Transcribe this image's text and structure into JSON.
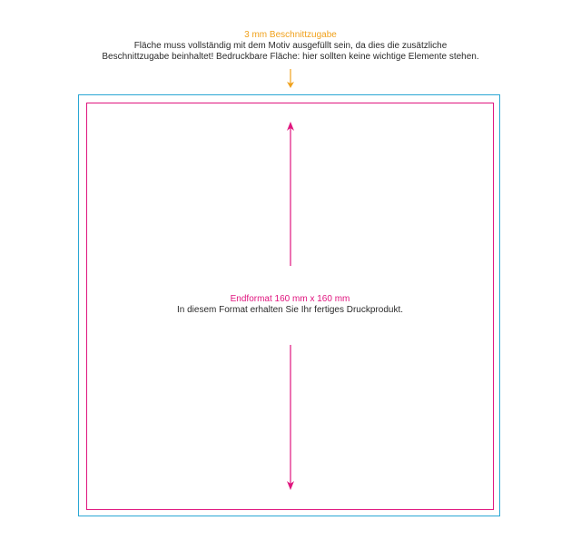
{
  "header": {
    "bleed_title": "3 mm Beschnittzugabe",
    "bleed_description_line1": "Fläche muss vollständig mit dem Motiv ausgefüllt sein, da dies die zusätzliche",
    "bleed_description_line2": "Beschnittzugabe beinhaltet! Bedruckbare Fläche: hier sollten keine wichtige Elemente stehen."
  },
  "format": {
    "title": "Endformat 160 mm x 160 mm",
    "description": "In diesem Format erhalten Sie Ihr fertiges Druckprodukt."
  },
  "colors": {
    "bleed_accent": "#f0a11c",
    "bleed_box": "#2aa7d4",
    "trim_box": "#e0157e",
    "text": "#2b2b2b"
  },
  "icons": {
    "bleed_pointer": "arrow-down-icon",
    "height_dimension_top": "arrow-up-icon",
    "height_dimension_bottom": "arrow-down-icon"
  }
}
